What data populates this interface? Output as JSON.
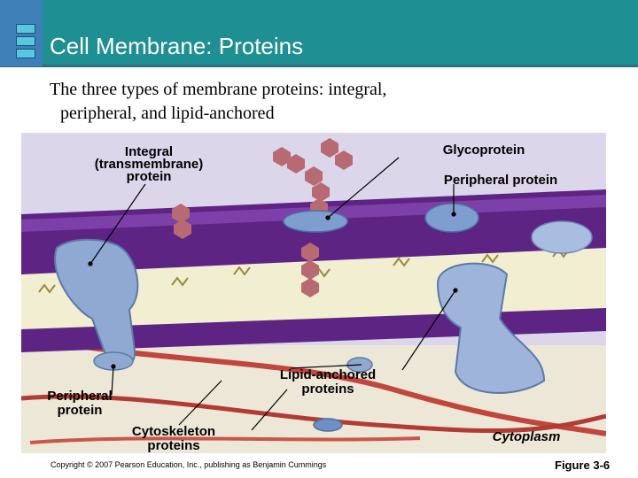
{
  "slide": {
    "title": "Cell Membrane: Proteins",
    "subtitle_line1": "The three types of membrane proteins: integral,",
    "subtitle_line2": "peripheral, and lipid-anchored",
    "copyright": "Copyright © 2007 Pearson Education, Inc., publishing as Benjamin Cummings",
    "figure_number": "Figure 3-6"
  },
  "figure": {
    "labels": {
      "integral_1": "Integral",
      "integral_2": "(transmembrane)",
      "integral_3": "protein",
      "glycoprotein": "Glycoprotein",
      "peripheral_top": "Peripheral protein",
      "lipid_anchored_1": "Lipid-anchored",
      "lipid_anchored_2": "proteins",
      "peripheral_bottom_1": "Peripheral",
      "peripheral_bottom_2": "protein",
      "cytoskeleton_1": "Cytoskeleton",
      "cytoskeleton_2": "proteins",
      "cytoplasm": "Cytoplasm"
    },
    "colors": {
      "background": "#dcd6ea",
      "lipid_head": "#6a2c91",
      "lipid_tail_zone": "#f1eed2",
      "protein": "#8fa9d2",
      "sugar_chain": "#b86a72",
      "cytoskeleton": "#c0463e"
    }
  }
}
